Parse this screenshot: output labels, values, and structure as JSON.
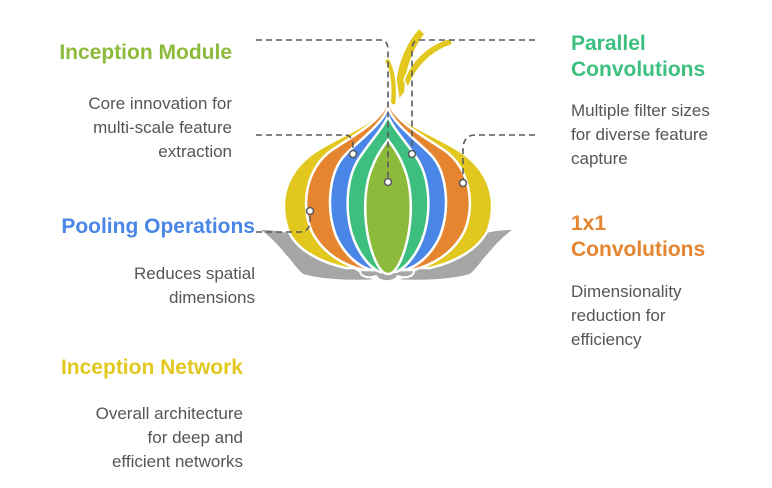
{
  "diagram": {
    "type": "onion-layers",
    "colors": {
      "inception_network": "#E2C81E",
      "one_by_one": "#E5852F",
      "pooling": "#4A86E8",
      "parallel": "#3DC07F",
      "inception_module": "#8CBA3A",
      "base": "#A6A6A6",
      "connector": "#5A5A5A",
      "desc_text": "#555555"
    },
    "items": [
      {
        "id": "inception-module",
        "title": "Inception Module",
        "description": "Core innovation for\nmulti-scale feature\nextraction",
        "color": "#8CBA3A",
        "side": "left"
      },
      {
        "id": "parallel-convolutions",
        "title": "Parallel\nConvolutions",
        "description": "Multiple filter sizes\nfor diverse feature\ncapture",
        "color": "#3DC07F",
        "side": "right"
      },
      {
        "id": "pooling-operations",
        "title": "Pooling Operations",
        "description": "Reduces spatial\ndimensions",
        "color": "#4A86E8",
        "side": "left"
      },
      {
        "id": "one-by-one-convolutions",
        "title": "1x1\nConvolutions",
        "description": "Dimensionality\nreduction for\nefficiency",
        "color": "#E5852F",
        "side": "right"
      },
      {
        "id": "inception-network",
        "title": "Inception Network",
        "description": "Overall architecture\nfor deep and\nefficient networks",
        "color": "#E2C81E",
        "side": "left"
      }
    ]
  }
}
